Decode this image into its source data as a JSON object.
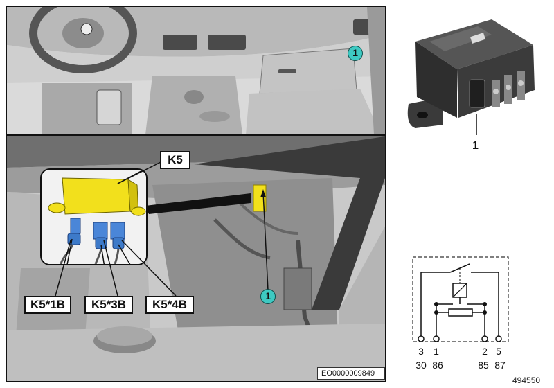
{
  "illustration": {
    "callout_number": "1",
    "component_label": "K5",
    "connector_labels": [
      "K5*1B",
      "K5*3B",
      "K5*4B"
    ],
    "document_code": "EO0000009849",
    "reference_code": "494550",
    "highlight_color": "#f2e01c",
    "callout_color": "#3ec9c2"
  },
  "relay_photo": {
    "part_number": "1"
  },
  "schematic": {
    "pins": [
      "3",
      "1",
      "2",
      "5"
    ],
    "terminals": [
      "30",
      "86",
      "85",
      "87"
    ]
  }
}
